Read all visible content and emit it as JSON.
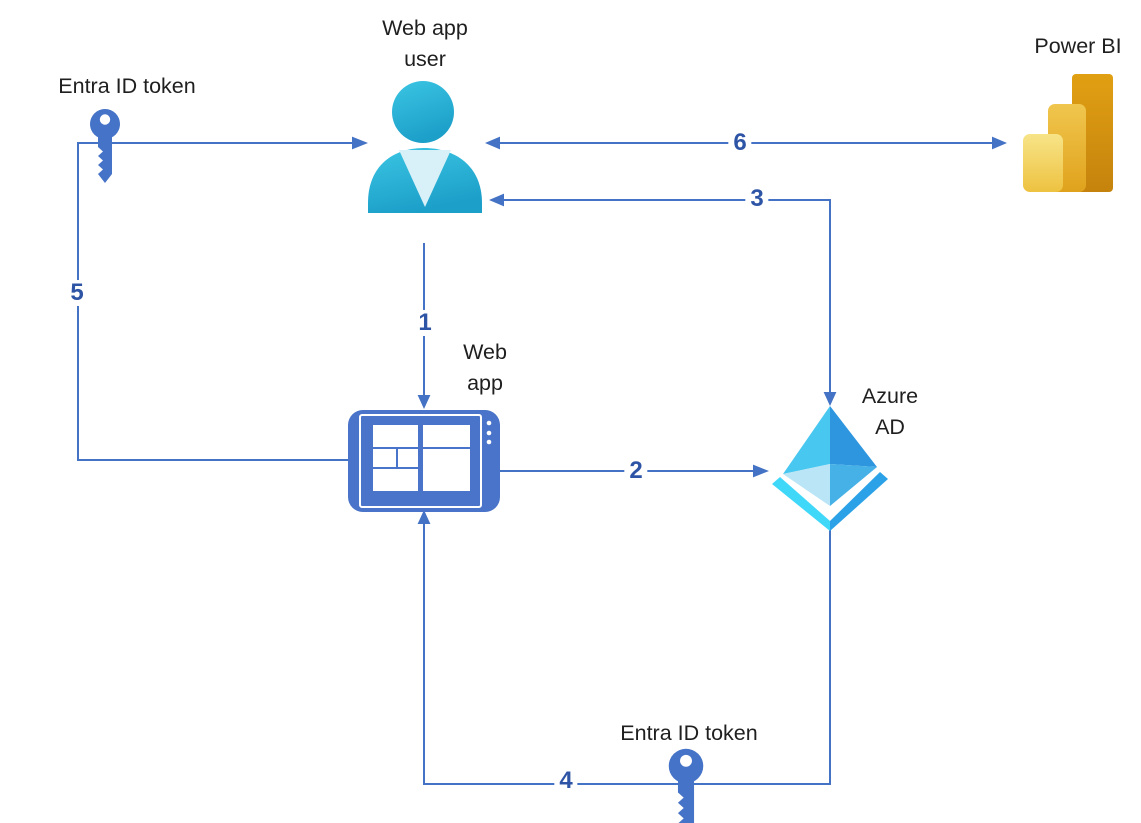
{
  "nodes": {
    "web_app_user": {
      "line1": "Web app",
      "line2": "user"
    },
    "power_bi": {
      "label": "Power BI"
    },
    "web_app": {
      "line1": "Web",
      "line2": "app"
    },
    "azure_ad": {
      "line1": "Azure",
      "line2": "AD"
    },
    "entra_token_top": {
      "label": "Entra ID token"
    },
    "entra_token_bottom": {
      "label": "Entra ID token"
    }
  },
  "steps": [
    "1",
    "2",
    "3",
    "4",
    "5",
    "6"
  ],
  "icons": {
    "web_app_user": "person-icon",
    "web_app": "tablet-dashboard-icon",
    "azure_ad": "azure-ad-diamond-icon",
    "power_bi": "power-bi-bars-icon",
    "entra_token_top": "key-icon",
    "entra_token_bottom": "key-icon"
  },
  "colors": {
    "connector": "#4472C4",
    "step_number": "#2E55A5",
    "label_text": "#1F1F1F",
    "key_blue": "#4573C7",
    "tablet_blue": "#4A74C9",
    "person_teal_light": "#3BC5E3",
    "person_teal_dark": "#1C9FC9",
    "person_vneck": "#D8F0F8",
    "azure_face_tl": "#48C7F0",
    "azure_face_tr": "#2D96DF",
    "azure_face_bl": "#B9E5F6",
    "azure_face_br": "#46B1E6",
    "azure_band_l": "#3FD8F9",
    "azure_band_r": "#2BA2E8",
    "powerbi_dark_top": "#E1A013",
    "powerbi_dark_bottom": "#C5830D",
    "powerbi_mid_top": "#F0C64E",
    "powerbi_mid_bottom": "#E0A21C",
    "powerbi_light_top": "#F7E488",
    "powerbi_light_bottom": "#EEC241"
  }
}
